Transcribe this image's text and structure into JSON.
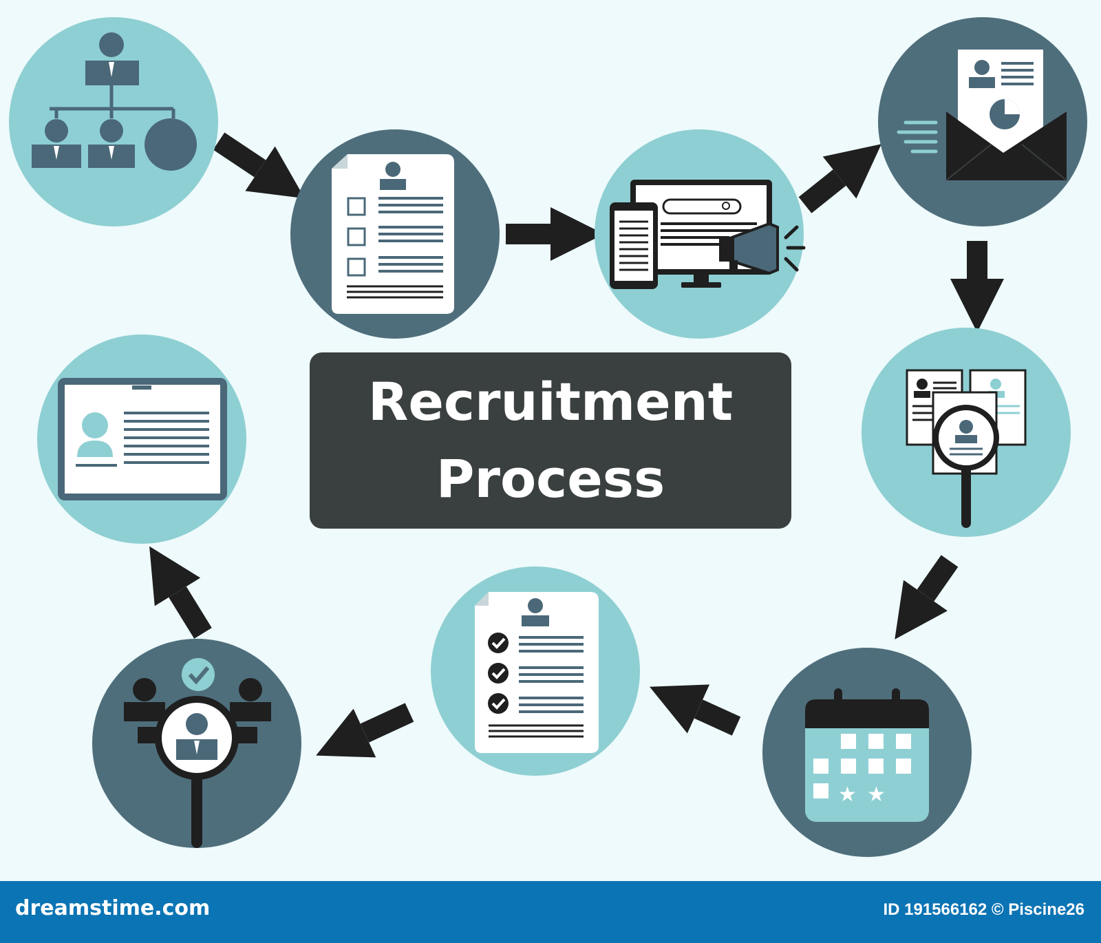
{
  "title": {
    "line1": "Recruitment",
    "line2": "Process"
  },
  "footer": {
    "brand": "dreamstime.com",
    "credit": "ID 191566162 © Piscine26"
  },
  "colors": {
    "background": "#eefafb",
    "light_teal": "#8ecfd3",
    "dark_slate": "#4f6e7c",
    "icon_dark": "#1f1f1f",
    "icon_slate": "#4a6878",
    "title_box": "#3a3f40",
    "footer_bar": "#0b74b4"
  },
  "steps": [
    {
      "id": "organization-chart",
      "icon": "org-chart-icon"
    },
    {
      "id": "job-description",
      "icon": "resume-checklist-icon"
    },
    {
      "id": "job-advertising",
      "icon": "monitor-megaphone-icon"
    },
    {
      "id": "applications",
      "icon": "envelope-resume-icon"
    },
    {
      "id": "screening",
      "icon": "resumes-magnifier-icon"
    },
    {
      "id": "interview-scheduling",
      "icon": "calendar-icon"
    },
    {
      "id": "evaluation",
      "icon": "resume-checked-icon"
    },
    {
      "id": "selection",
      "icon": "candidate-search-icon"
    },
    {
      "id": "onboarding",
      "icon": "id-card-icon"
    }
  ]
}
